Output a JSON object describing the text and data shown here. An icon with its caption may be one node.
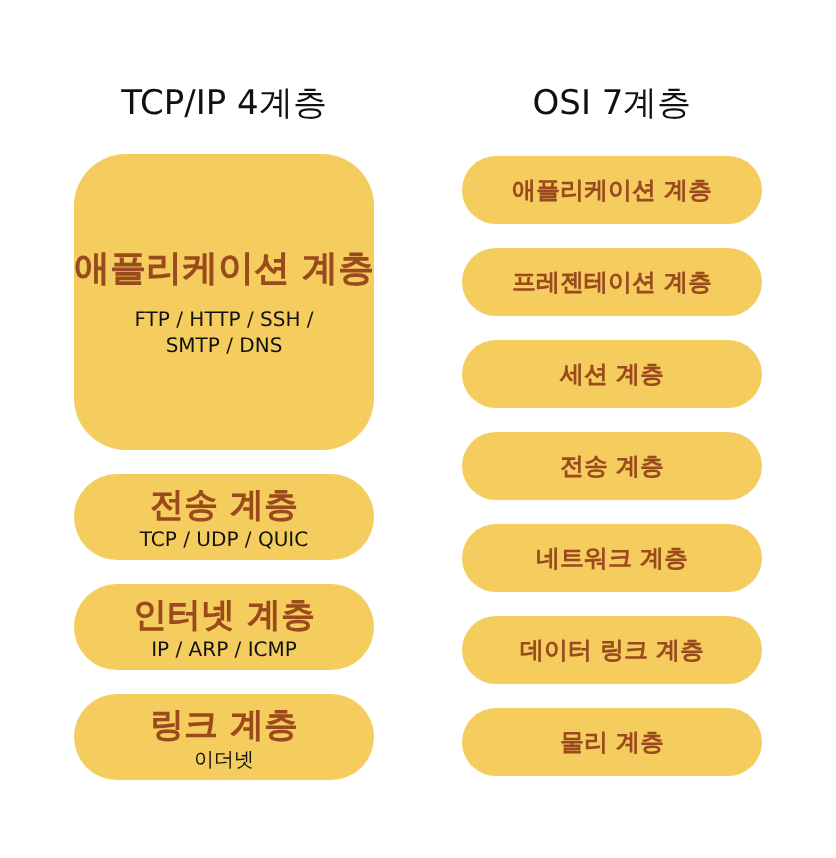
{
  "diagram": {
    "nodes": [
      {
        "text": [
          "애플리케이션 계층",
          "FTP / HTTP / SSH / SMTP / DNS"
        ]
      },
      {
        "text": [
          "전송 계층",
          "TCP / UDP / QUIC"
        ]
      },
      {
        "text": [
          "인터넷 계층",
          "IP / ARP / ICMP"
        ]
      },
      {
        "text": [
          "링크 계층",
          "이더넷"
        ]
      },
      {
        "text": [
          "애플리케이션 계층"
        ]
      },
      {
        "text": [
          "프레젠테이션 계층"
        ]
      },
      {
        "text": [
          "세션 계층"
        ]
      },
      {
        "text": [
          "전송 계층"
        ]
      },
      {
        "text": [
          "네트워크 계층"
        ]
      },
      {
        "text": [
          "데이터 링크 계층"
        ]
      },
      {
        "text": [
          "물리 계층"
        ]
      }
    ],
    "labels": [
      "TCP/IP 4계층",
      "OSI 7계층"
    ]
  }
}
